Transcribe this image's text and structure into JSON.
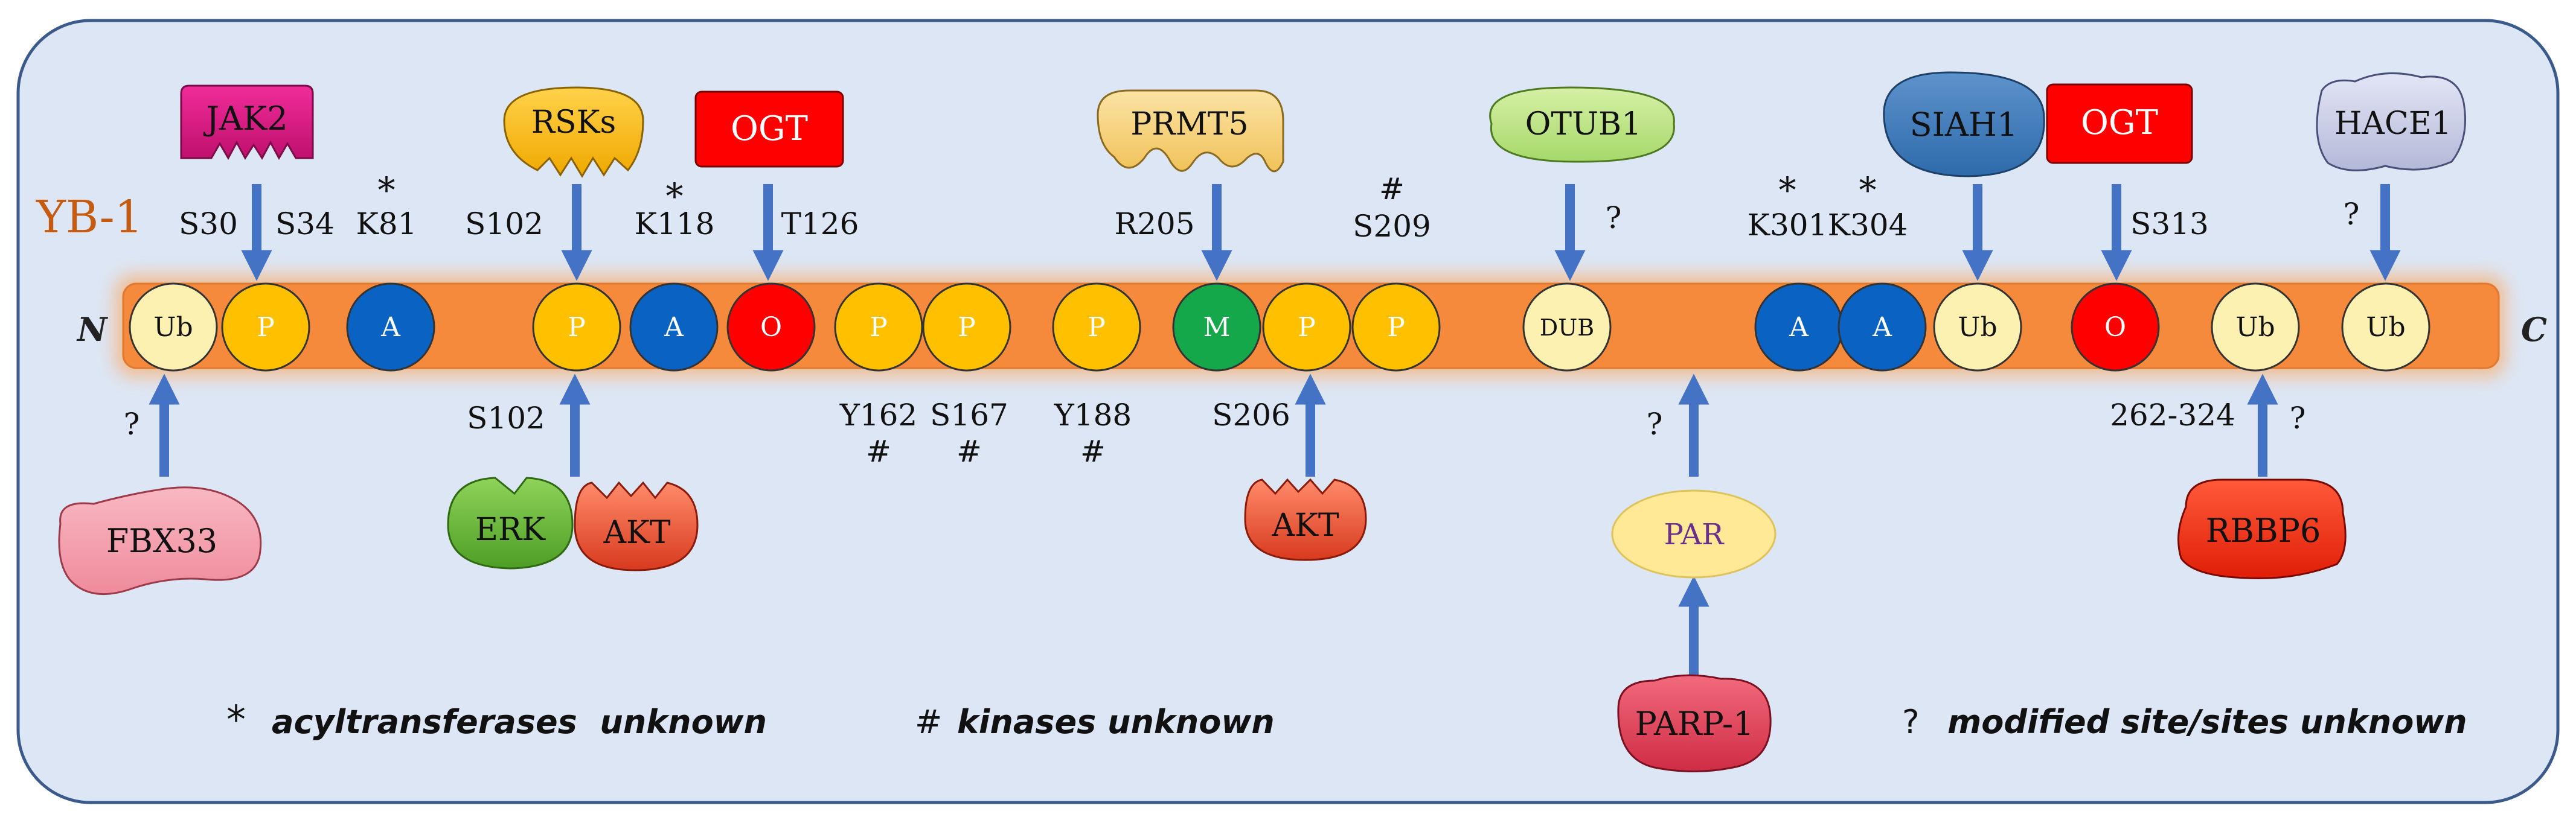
{
  "protein_label": "YB-1",
  "n_terminus": "N",
  "c_terminus": "C",
  "colors": {
    "panel_bg": "#dce6f4",
    "panel_border": "#3b5a8c",
    "bar": "#f58a3c",
    "bar_glow": "#f3b98a",
    "ub": "#fdf1b2",
    "p": "#ffc000",
    "a": "#0a63c2",
    "o": "#ff0000",
    "m": "#14a84a",
    "dub": "#fdf1b2",
    "arrow": "#4472c4",
    "protein_label": "#c55a11"
  },
  "sites": {
    "ub1": "Ub",
    "p1": "P",
    "a1": "A",
    "p2": "P",
    "a2": "A",
    "o1": "O",
    "p3": "P",
    "p4": "P",
    "p5": "P",
    "m1": "M",
    "p6": "P",
    "p7": "P",
    "dub": "DUB",
    "a3": "A",
    "a4": "A",
    "ub2": "Ub",
    "o2": "O",
    "ub3": "Ub",
    "ub4": "Ub"
  },
  "enzymes": {
    "jak2": "JAK2",
    "rsks": "RSKs",
    "ogt1": "OGT",
    "prmt5": "PRMT5",
    "otub1": "OTUB1",
    "siah1": "SIAH1",
    "ogt2": "OGT",
    "hace1": "HACE1",
    "fbx33": "FBX33",
    "erk": "ERK",
    "akt1": "AKT",
    "akt2": "AKT",
    "par": "PAR",
    "parp1": "PARP-1",
    "rbbp6": "RBBP6"
  },
  "residues": {
    "s30": "S30",
    "s34": "S34",
    "k81": "K81",
    "s102_top": "S102",
    "k118": "K118",
    "t126": "T126",
    "r205": "R205",
    "s209": "S209",
    "k301": "K301",
    "k304": "K304",
    "s313": "S313",
    "s102_bottom": "S102",
    "y162": "Y162",
    "s167": "S167",
    "y188": "Y188",
    "s206": "S206",
    "range_262_324": "262-324"
  },
  "marks": {
    "star_k81": "*",
    "star_k118": "*",
    "hash_s209": "#",
    "star_k301": "*",
    "star_k304": "*",
    "hash_y162": "#",
    "hash_s167": "#",
    "hash_y188": "#",
    "q_otub1": "?",
    "q_hace1": "?",
    "q_fbx33": "?",
    "q_par": "?",
    "q_rbbp6": "?"
  },
  "legend": {
    "acyl_symbol": "*",
    "acyl_text": "acyltransferases  unknown",
    "kinase_symbol": "#",
    "kinase_text": "kinases unknown",
    "site_symbol": "?",
    "site_text": "modified site/sites unknown"
  }
}
